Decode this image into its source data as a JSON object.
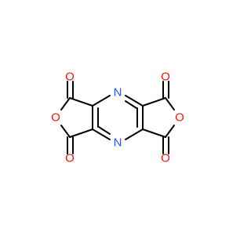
{
  "molecule": {
    "atom_labels": {
      "o_top_left": "O",
      "o_top_right": "O",
      "o_bottom_left": "O",
      "o_bottom_right": "O",
      "o_ring_left": "O",
      "o_ring_right": "O",
      "n_top": "N",
      "n_bottom": "N"
    },
    "colors": {
      "bond": "#000000",
      "oxygen": "#ff0d0d",
      "nitrogen": "#3050f8",
      "background": "#ffffff"
    }
  }
}
